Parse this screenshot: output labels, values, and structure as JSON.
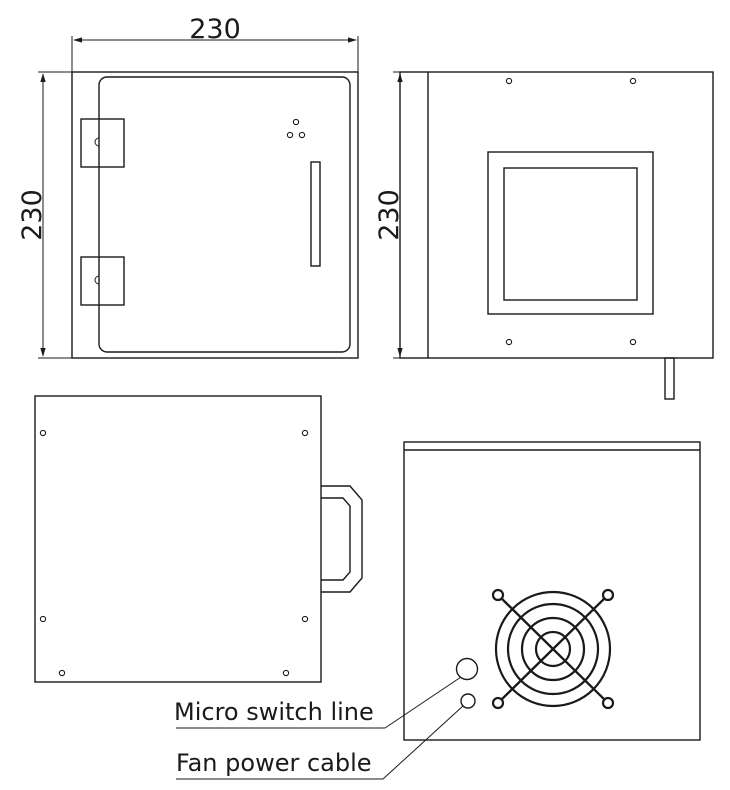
{
  "dimensions": {
    "top_width": "230",
    "left_height": "230",
    "right_height": "230"
  },
  "labels": {
    "micro_switch": "Micro switch line",
    "fan_power": "Fan power cable"
  }
}
